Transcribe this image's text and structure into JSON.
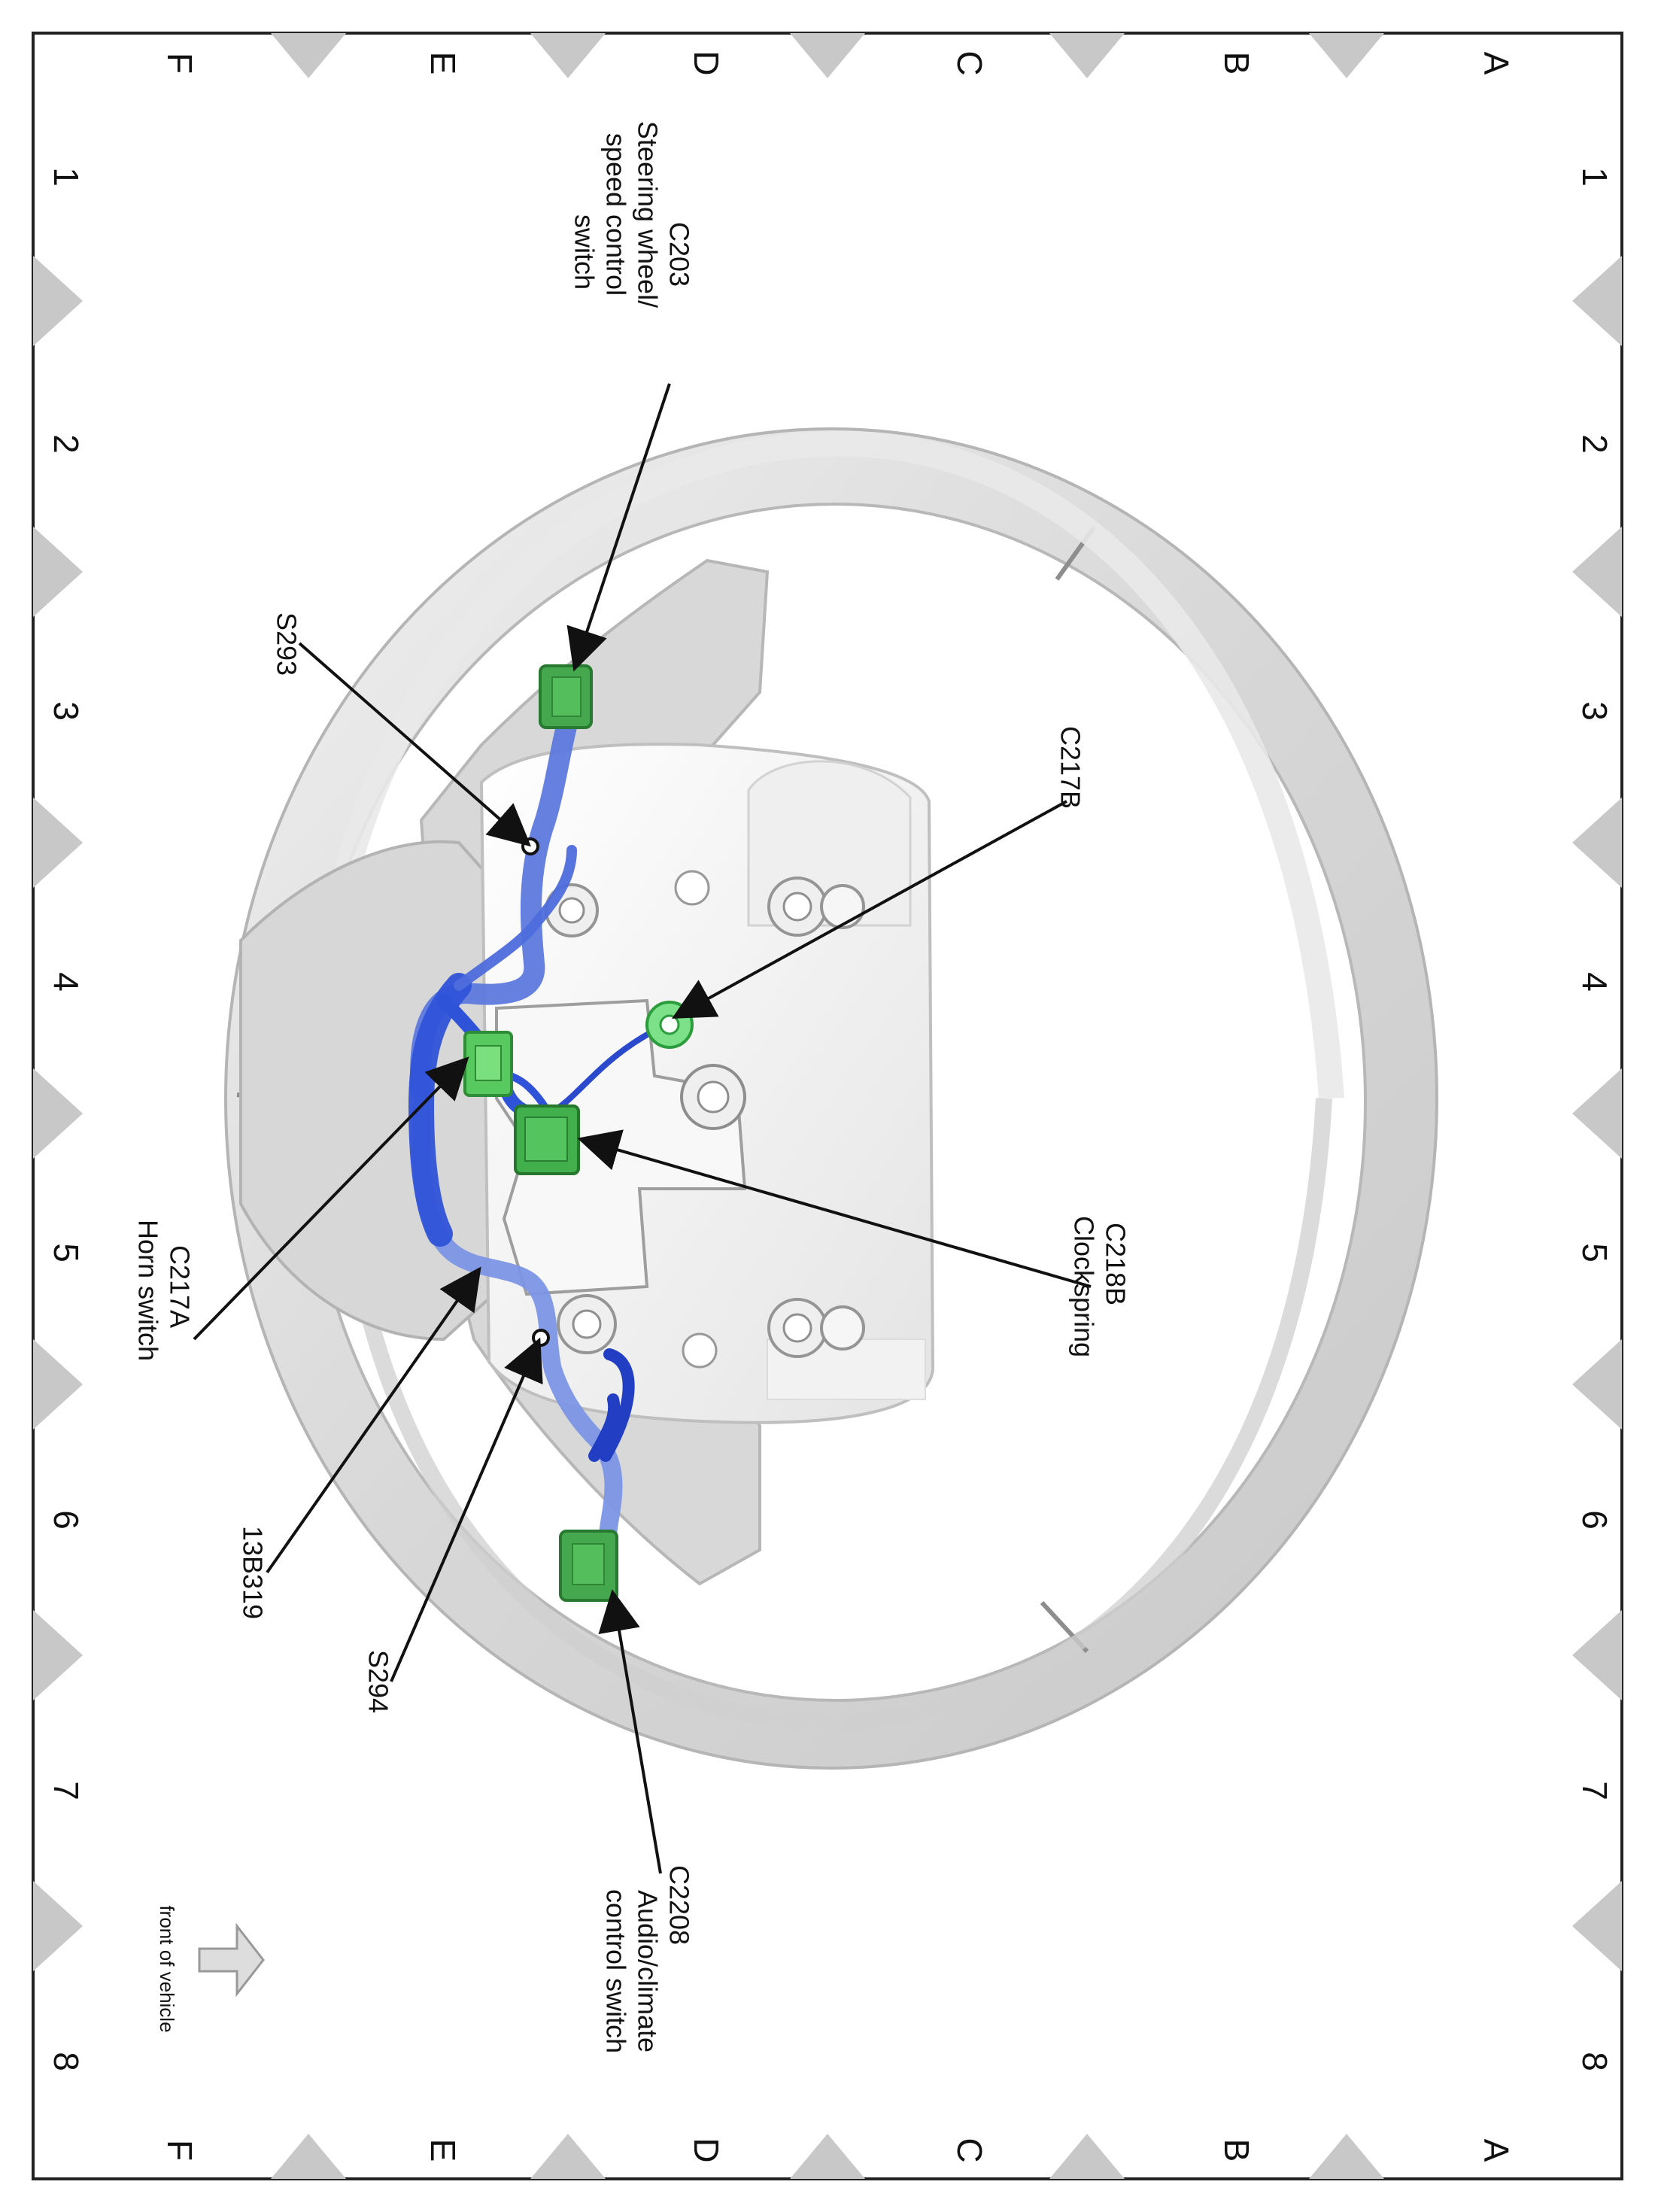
{
  "grid": {
    "rows": [
      "A",
      "B",
      "C",
      "D",
      "E",
      "F"
    ],
    "cols": [
      "1",
      "2",
      "3",
      "4",
      "5",
      "6",
      "7",
      "8"
    ]
  },
  "callouts": {
    "c203": {
      "id": "C203",
      "lines": [
        "Steering wheel/",
        "speed control",
        "switch"
      ]
    },
    "s293": {
      "id": "S293",
      "lines": []
    },
    "c217b": {
      "id": "C217B",
      "lines": []
    },
    "c218b": {
      "id": "C218B",
      "lines": [
        "Clockspring"
      ]
    },
    "c217a": {
      "id": "C217A",
      "lines": [
        "Horn switch"
      ]
    },
    "13b319": {
      "id": "13B319",
      "lines": []
    },
    "s294": {
      "id": "S294",
      "lines": []
    },
    "c2208": {
      "id": "C2208",
      "lines": [
        "Audio/climate",
        "control switch"
      ]
    }
  },
  "front_label": "front of vehicle",
  "colors": {
    "connector": "#2ecc40",
    "harness": "#2f53d8",
    "harness_light": "#7d96e4",
    "wheel": "#dcdcdc",
    "marker": "#c8c8c8"
  }
}
